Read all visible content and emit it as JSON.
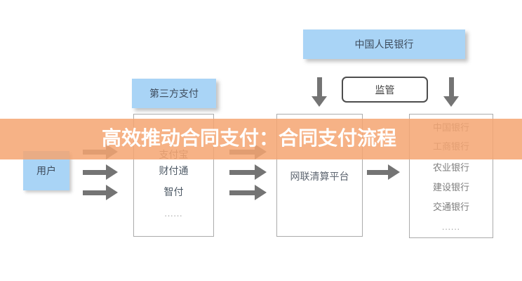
{
  "banner": {
    "title": "高效推动合同支付：合同支付流程",
    "background": "#F5A571",
    "text_color": "#FFFFFF"
  },
  "nodes": {
    "central_bank": "中国人民银行",
    "supervision": "监管",
    "third_party_label": "第三方支付",
    "user": "用户",
    "third_party_items": [
      "支付宝",
      "财付通",
      "智付",
      "......"
    ],
    "clearing": "网联清算平台",
    "banks": [
      "中国银行",
      "工商银行",
      "农业银行",
      "建设银行",
      "交通银行",
      "......"
    ]
  },
  "colors": {
    "node_blue": "#A9D4F6",
    "node_text": "#3D4B5C",
    "box_border": "#ABABAB",
    "arrow_gray": "#747474",
    "bank_text": "#7D7D7D",
    "background": "#FFFFFF"
  }
}
